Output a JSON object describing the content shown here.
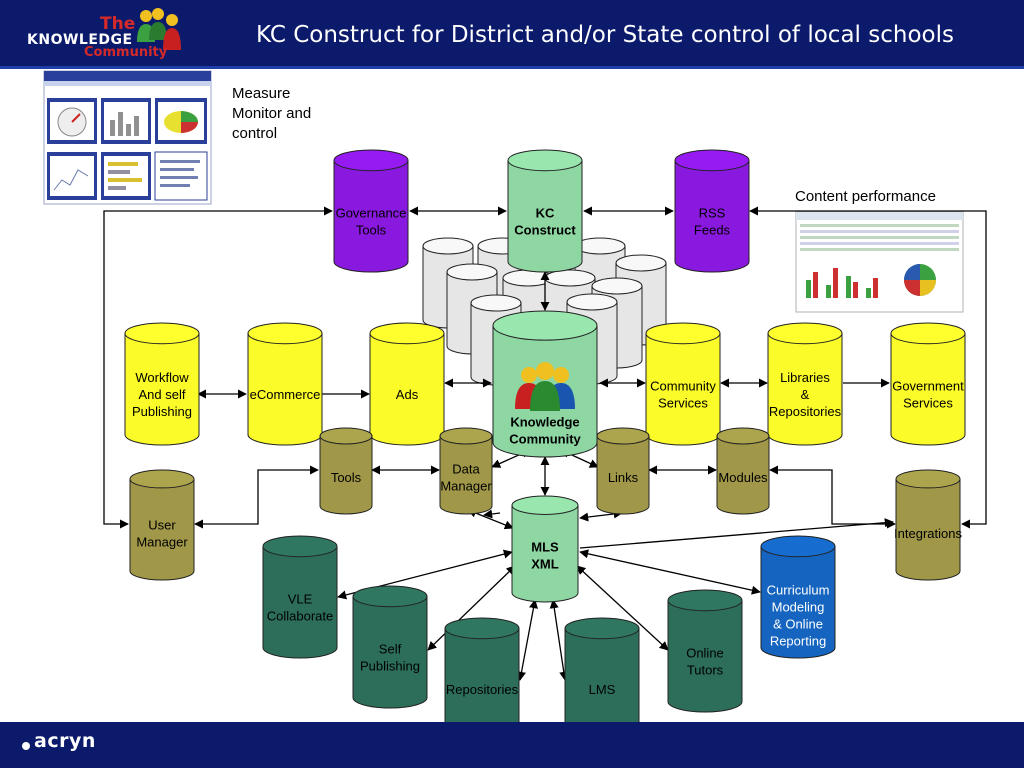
{
  "header": {
    "title": "KC Construct for District and/or State control of local schools",
    "logo": {
      "line1": "The",
      "line2": "KNOWLEDGE",
      "line3": "Community"
    },
    "bg_color": "#0c1a6b"
  },
  "footer": {
    "brand": "acryn"
  },
  "notes": {
    "measure": [
      "Measure",
      "Monitor and",
      "control"
    ],
    "content_performance": "Content performance"
  },
  "colors": {
    "purple": "#8a19e0",
    "green": "#8ed6a2",
    "yellow": "#fbfb2a",
    "olive": "#a09848",
    "teal": "#2c6e5a",
    "blue": "#1565c0",
    "gray": "#e6e6e6"
  },
  "nodes": [
    {
      "id": "governance-tools",
      "lines": [
        "Governance",
        "Tools"
      ],
      "color": "purple"
    },
    {
      "id": "kc-construct",
      "lines": [
        "KC",
        "Construct"
      ],
      "color": "green",
      "bold": true
    },
    {
      "id": "rss-feeds",
      "lines": [
        "RSS",
        "Feeds"
      ],
      "color": "purple"
    },
    {
      "id": "workflow",
      "lines": [
        "Workflow",
        "And self",
        "Publishing"
      ],
      "color": "yellow"
    },
    {
      "id": "ecommerce",
      "lines": [
        "eCommerce"
      ],
      "color": "yellow"
    },
    {
      "id": "ads",
      "lines": [
        "Ads"
      ],
      "color": "yellow"
    },
    {
      "id": "knowledge-community",
      "lines": [
        "Knowledge",
        "Community"
      ],
      "color": "green",
      "bold": true
    },
    {
      "id": "community-services",
      "lines": [
        "Community",
        "Services"
      ],
      "color": "yellow"
    },
    {
      "id": "libraries",
      "lines": [
        "Libraries",
        "&",
        "Repositories"
      ],
      "color": "yellow"
    },
    {
      "id": "government-services",
      "lines": [
        "Government",
        "Services"
      ],
      "color": "yellow"
    },
    {
      "id": "tools",
      "lines": [
        "Tools"
      ],
      "color": "olive"
    },
    {
      "id": "data-manager",
      "lines": [
        "Data",
        "Manager"
      ],
      "color": "olive"
    },
    {
      "id": "links",
      "lines": [
        "Links"
      ],
      "color": "olive"
    },
    {
      "id": "modules",
      "lines": [
        "Modules"
      ],
      "color": "olive"
    },
    {
      "id": "user-manager",
      "lines": [
        "User",
        "Manager"
      ],
      "color": "olive"
    },
    {
      "id": "integrations",
      "lines": [
        "Integrations"
      ],
      "color": "olive"
    },
    {
      "id": "mls-xml",
      "lines": [
        "MLS",
        "XML"
      ],
      "color": "green",
      "bold": true
    },
    {
      "id": "vle-collaborate",
      "lines": [
        "VLE",
        "Collaborate"
      ],
      "color": "teal"
    },
    {
      "id": "self-publishing",
      "lines": [
        "Self",
        "Publishing"
      ],
      "color": "teal"
    },
    {
      "id": "repositories",
      "lines": [
        "Repositories"
      ],
      "color": "teal"
    },
    {
      "id": "lms",
      "lines": [
        "LMS"
      ],
      "color": "teal"
    },
    {
      "id": "online-tutors",
      "lines": [
        "Online",
        "Tutors"
      ],
      "color": "teal"
    },
    {
      "id": "curriculum",
      "lines": [
        "Curriculum",
        "Modeling",
        "& Online",
        "Reporting"
      ],
      "color": "blue",
      "white": true
    }
  ]
}
